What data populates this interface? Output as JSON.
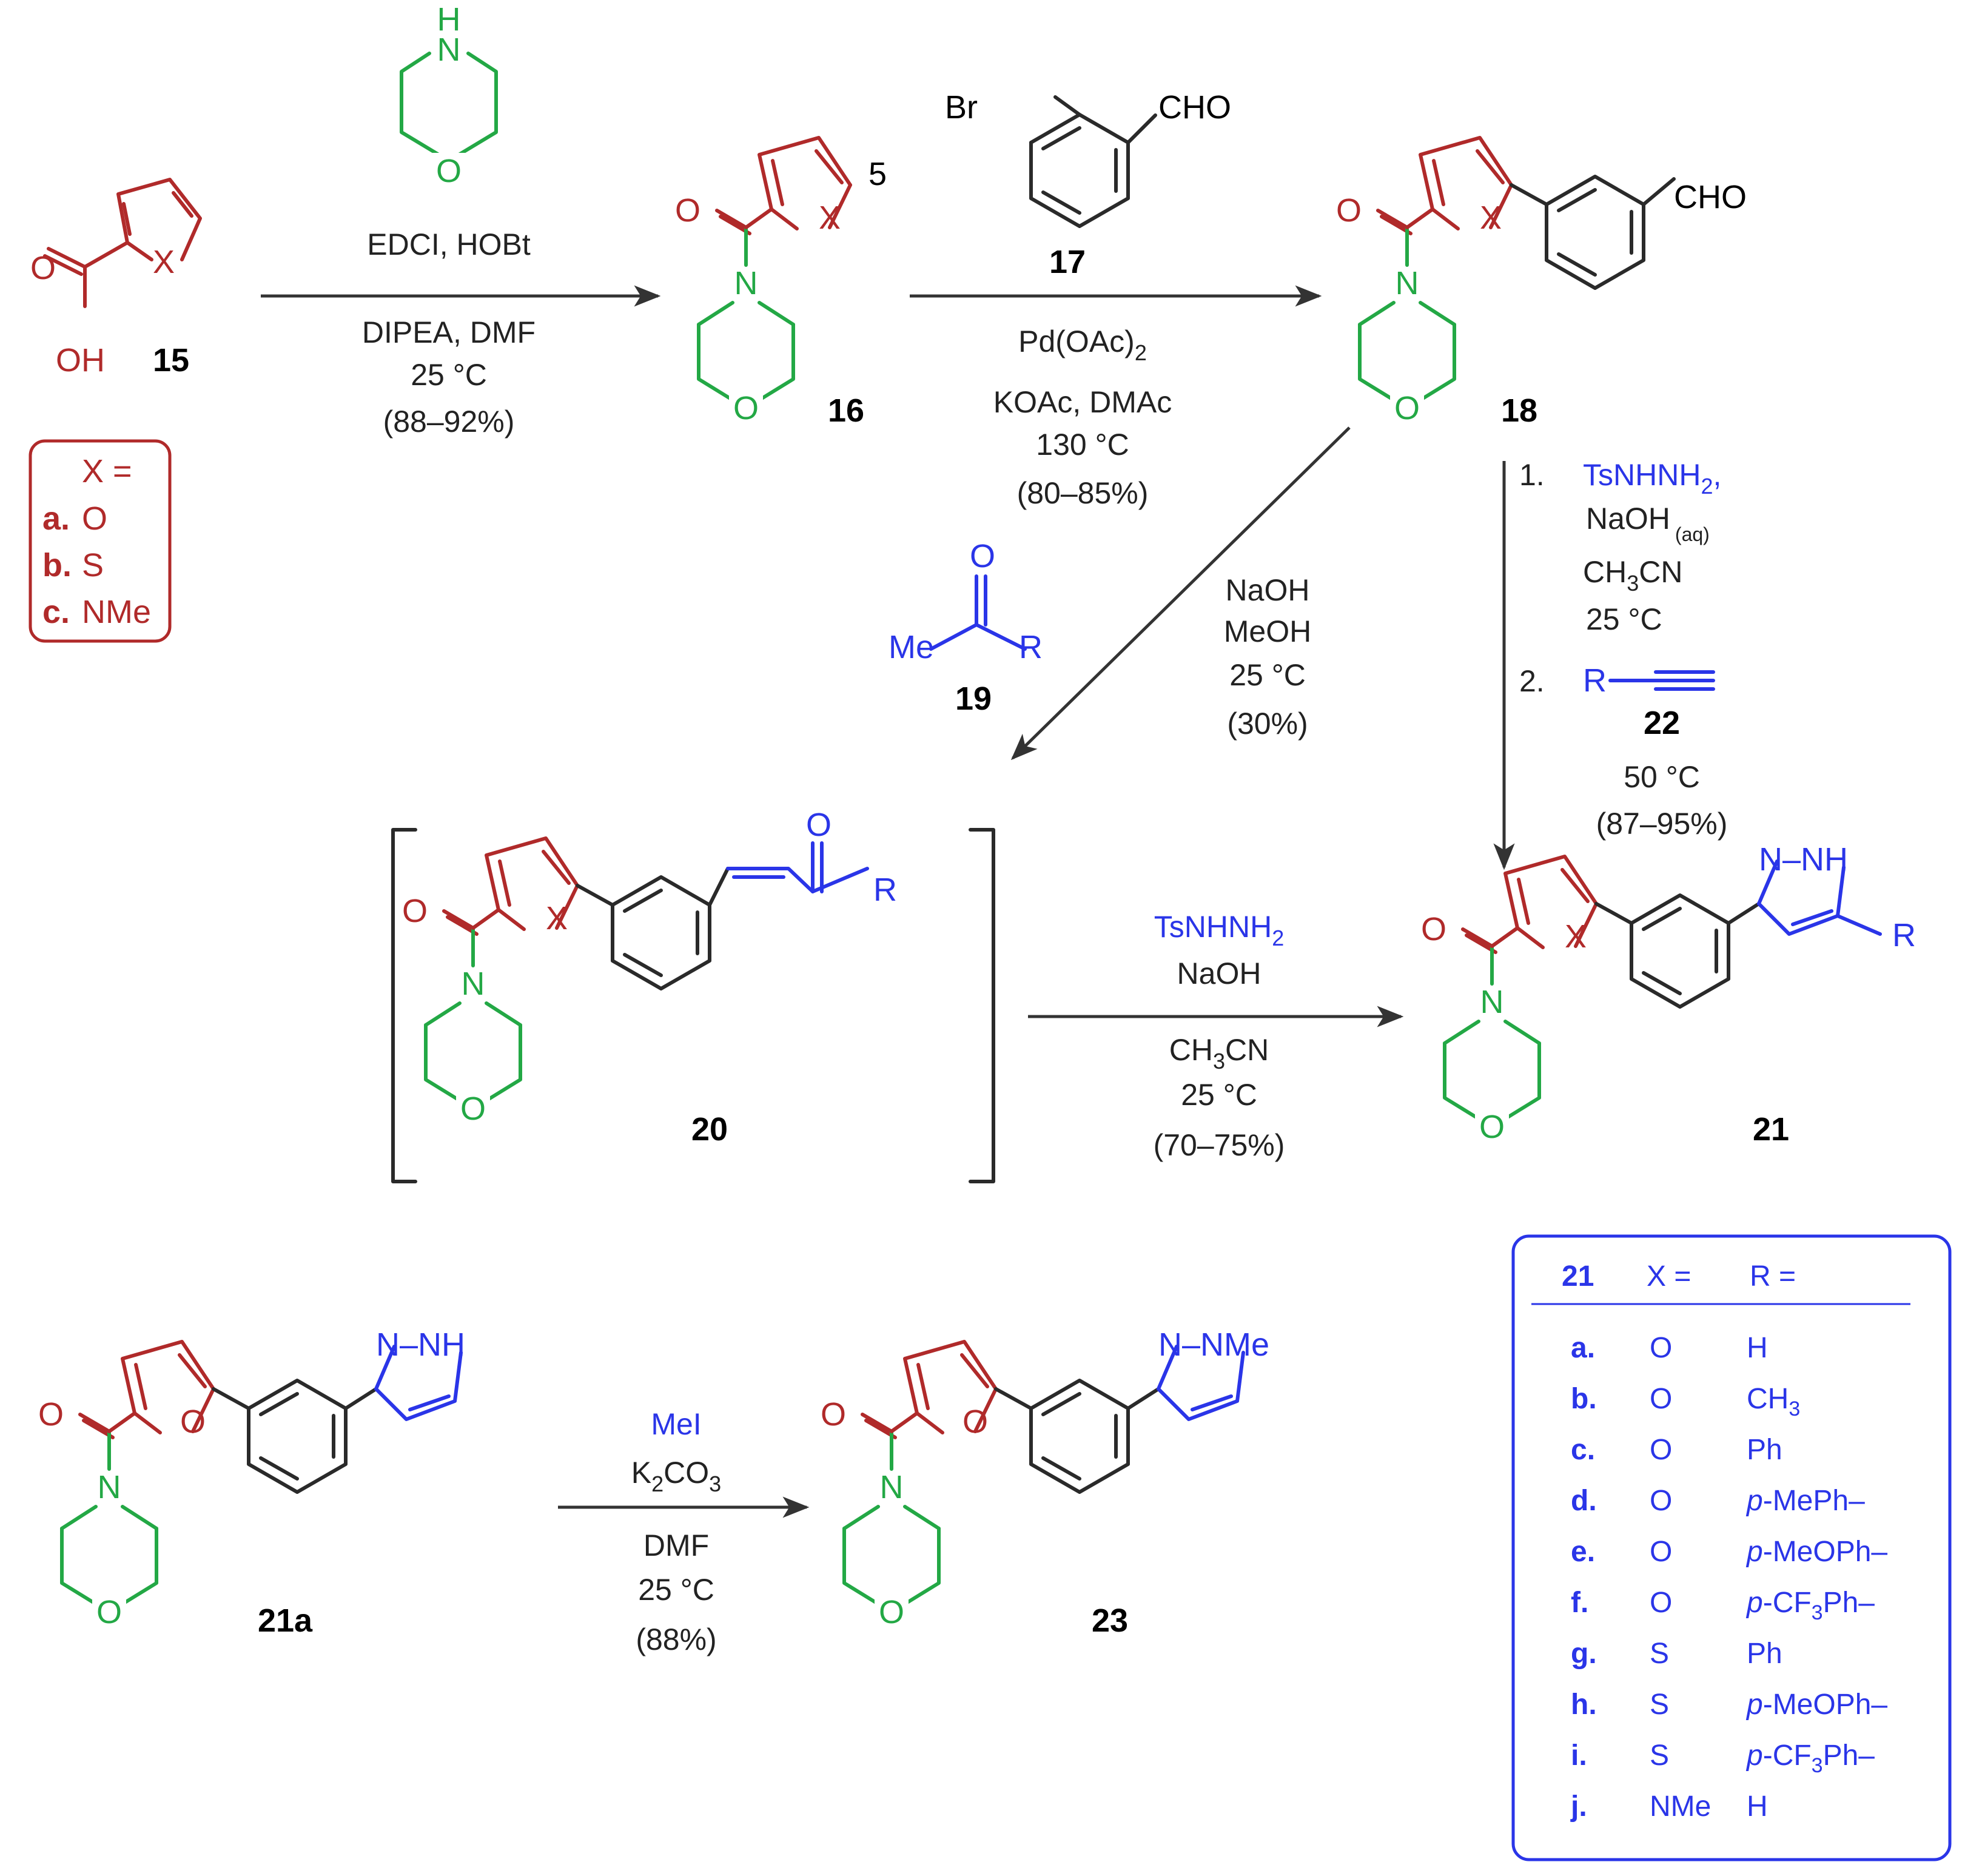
{
  "compounds": {
    "c15": "15",
    "c16": "16",
    "c17": "17",
    "c18": "18",
    "c19": "19",
    "c20": "20",
    "c21": "21",
    "c21a": "21a",
    "c22": "22",
    "c23": "23"
  },
  "atoms": {
    "X": "X",
    "O": "O",
    "OH": "OH",
    "N": "N",
    "H": "H",
    "Br": "Br",
    "CHO": "CHO",
    "R": "R",
    "Me": "Me",
    "NNH": "N–NH",
    "NNMe": "N–NMe",
    "pos5": "5"
  },
  "x_legend": {
    "title": "X =",
    "rows": [
      {
        "key": "a.",
        "val": "O"
      },
      {
        "key": "b.",
        "val": "S"
      },
      {
        "key": "c.",
        "val": "NMe"
      }
    ]
  },
  "reactions": {
    "r1": {
      "above": "EDCI, HOBt",
      "below": [
        "DIPEA, DMF",
        "25 °C",
        "(88–92%)"
      ]
    },
    "r2": {
      "below": [
        "Pd(OAc)",
        "KOAc, DMAc",
        "130 °C",
        "(80–85%)"
      ],
      "sub": "2"
    },
    "r3": {
      "lines": [
        "NaOH",
        "MeOH",
        "25 °C",
        "(30%)"
      ]
    },
    "r4": {
      "step1": "1.",
      "reagent": "TsNHNH",
      "sub2": "2",
      "comma": ",",
      "naoh": "NaOH",
      "aq": "(aq)",
      "ch": "CH",
      "sub3": "3",
      "cn": "CN",
      "temp": "25 °C",
      "step2": "2.",
      "after": [
        "50 °C",
        "(87–95%)"
      ]
    },
    "r5": {
      "reagent": "TsNHNH",
      "sub2": "2",
      "naoh": "NaOH",
      "ch": "CH",
      "sub3": "3",
      "cn": "CN",
      "temp": "25 °C",
      "yield": "(70–75%)"
    },
    "r6": {
      "reagent": "MeI",
      "k2": "K",
      "sub2": "2",
      "co": "CO",
      "sub3": "3",
      "dmf": "DMF",
      "temp": "25 °C",
      "yield": "(88%)"
    }
  },
  "table21": {
    "header": {
      "cpd": "21",
      "x": "X =",
      "r": "R ="
    },
    "rows": [
      {
        "key": "a.",
        "x": "O",
        "r": "H"
      },
      {
        "key": "b.",
        "x": "O",
        "r": "CH",
        "sub": "3"
      },
      {
        "key": "c.",
        "x": "O",
        "r": "Ph"
      },
      {
        "key": "d.",
        "x": "O",
        "p": "p",
        "r": "-MePh–"
      },
      {
        "key": "e.",
        "x": "O",
        "p": "p",
        "r": "-MeOPh–"
      },
      {
        "key": "f.",
        "x": "O",
        "p": "p",
        "r": "-CF",
        "sub": "3",
        "tail": "Ph–"
      },
      {
        "key": "g.",
        "x": "S",
        "r": "Ph"
      },
      {
        "key": "h.",
        "x": "S",
        "p": "p",
        "r": "-MeOPh–"
      },
      {
        "key": "i.",
        "x": "S",
        "p": "p",
        "r": "-CF",
        "sub": "3",
        "tail": "Ph–"
      },
      {
        "key": "j.",
        "x": "NMe",
        "r": "H"
      }
    ]
  },
  "colors": {
    "heterocycle": "#b02a2a",
    "morpholine": "#23a845",
    "reagent": "#2a35e8",
    "arrow": "#333333"
  }
}
